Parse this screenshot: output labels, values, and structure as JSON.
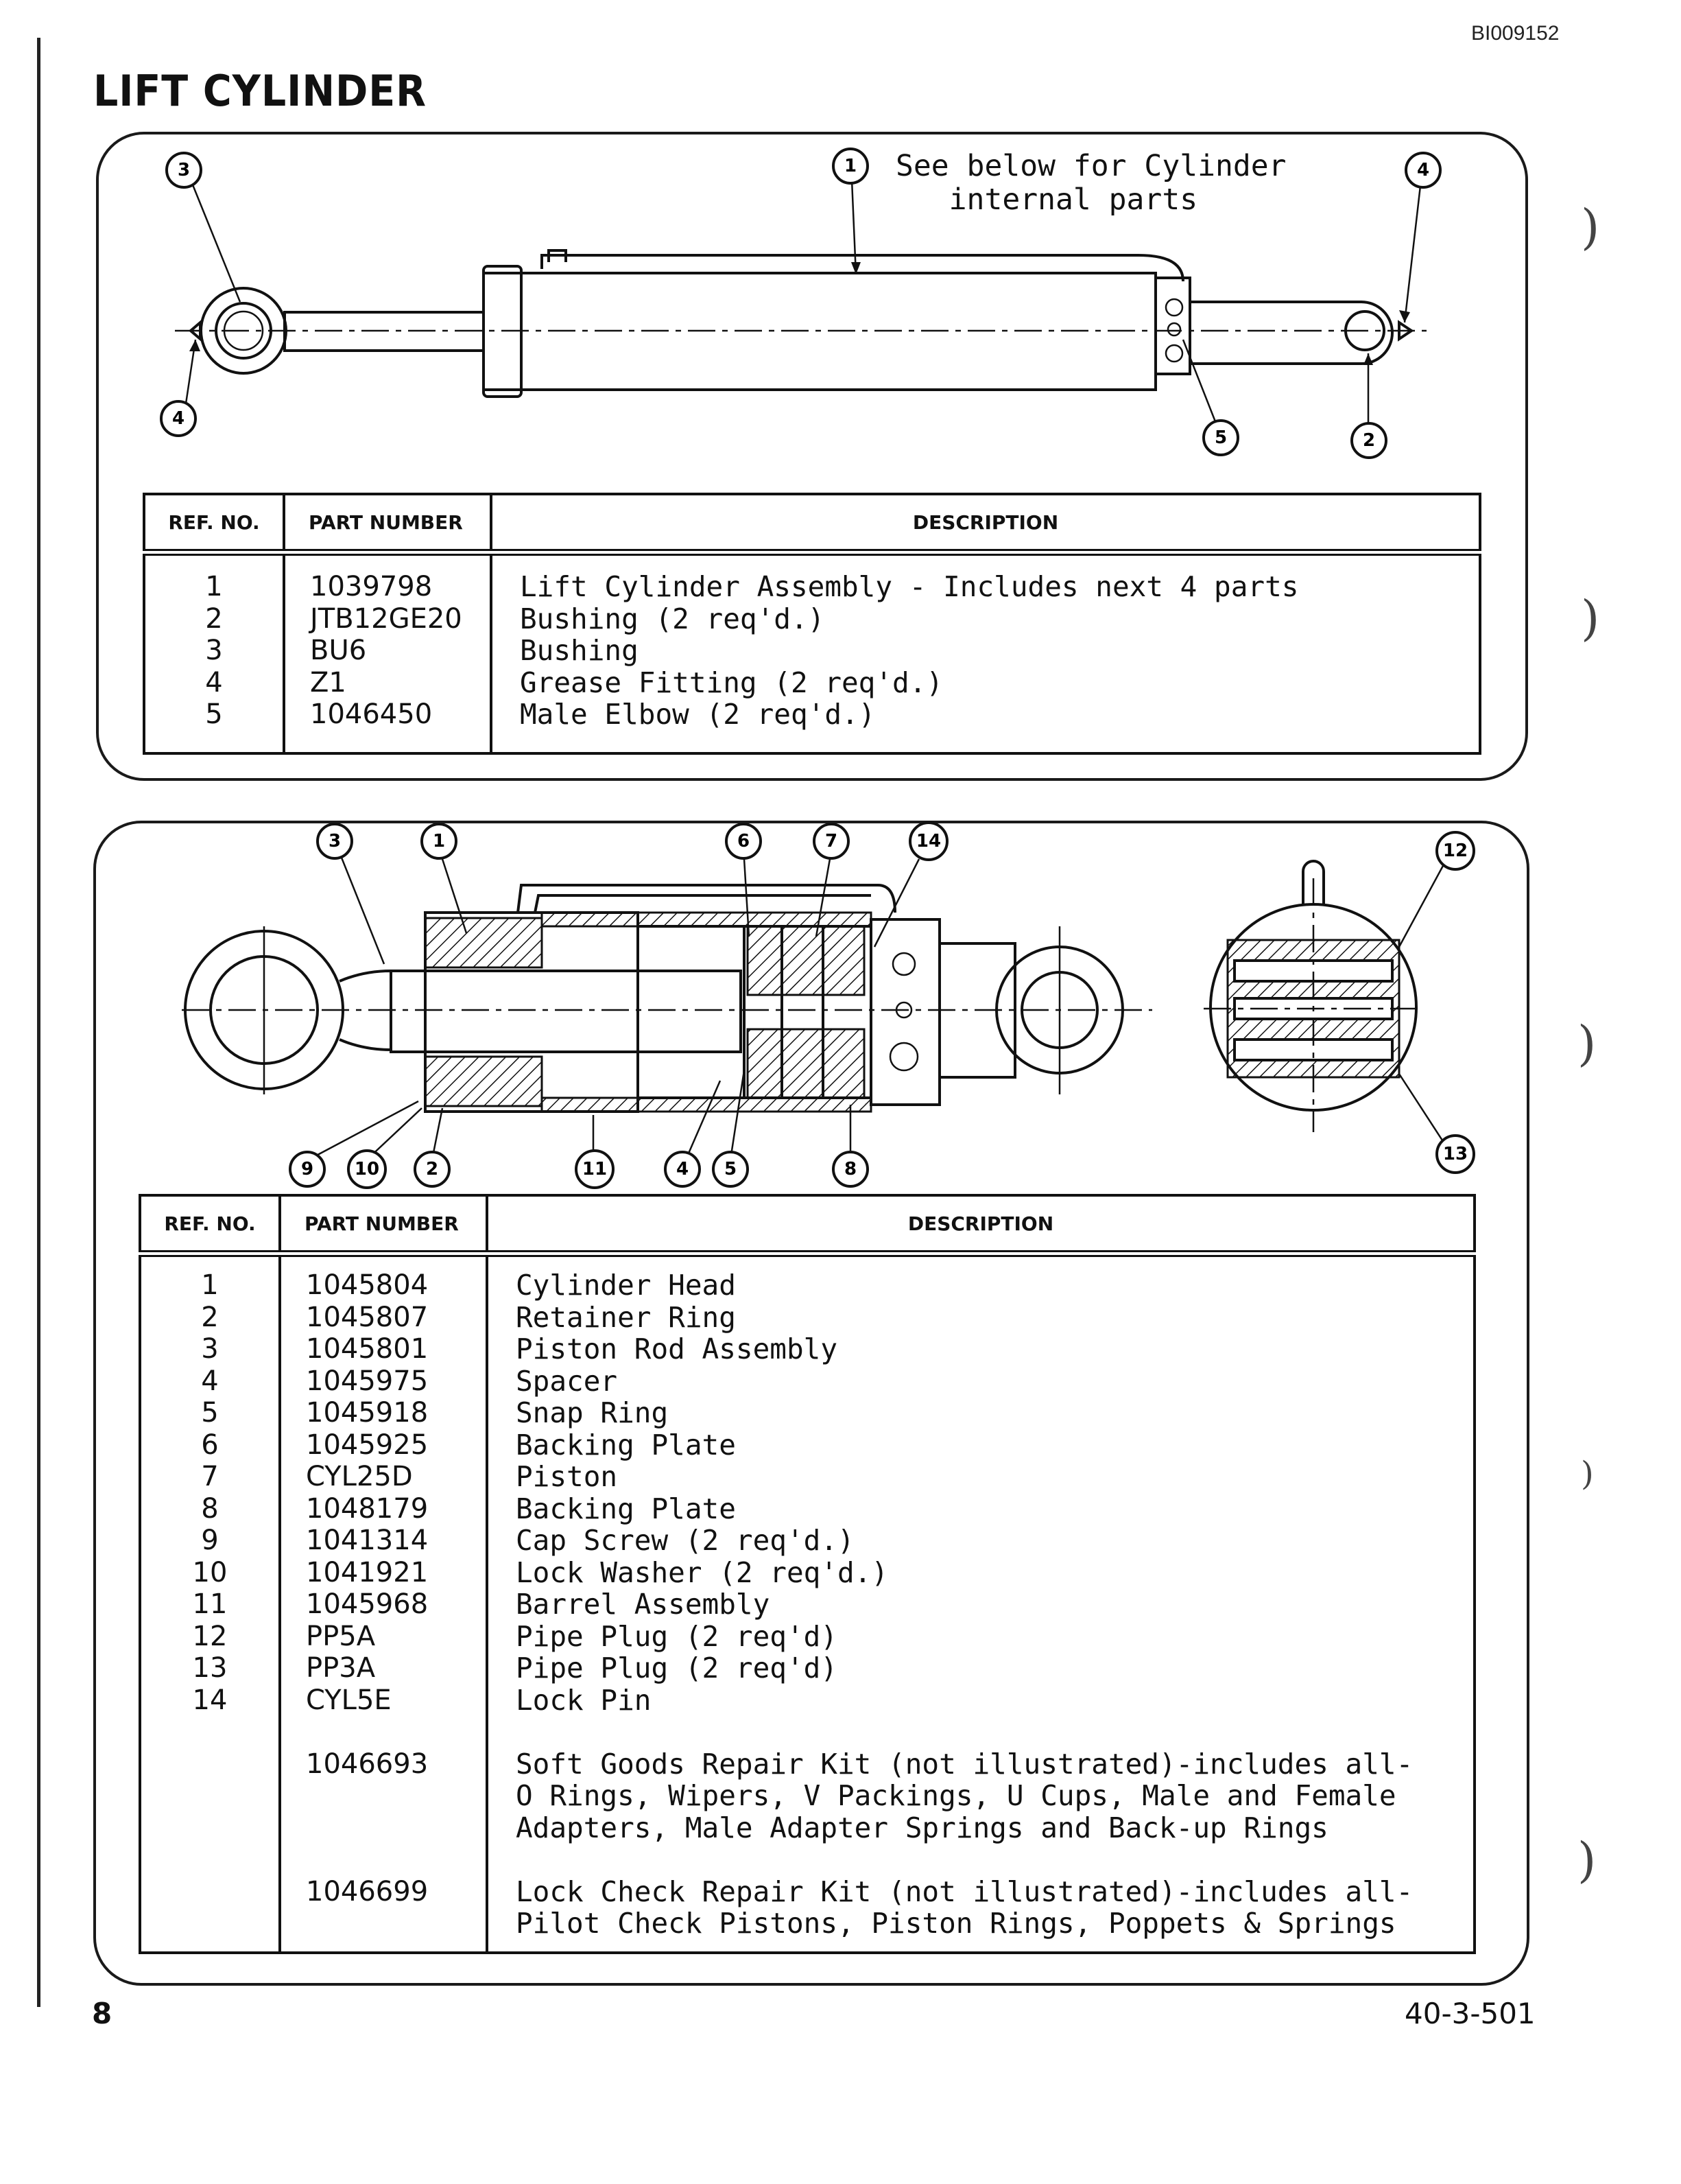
{
  "doc_id": "BI009152",
  "title": "LIFT CYLINDER",
  "page_number": "8",
  "doc_number": "40-3-501",
  "top_diagram": {
    "note": "See below for Cylinder\n   internal parts",
    "callouts": [
      "1",
      "2",
      "3",
      "4",
      "4",
      "5"
    ]
  },
  "bottom_diagram": {
    "callouts": [
      "1",
      "2",
      "3",
      "4",
      "5",
      "6",
      "7",
      "8",
      "9",
      "10",
      "11",
      "12",
      "13",
      "14"
    ]
  },
  "table_headers": {
    "ref": "REF. NO.",
    "part": "PART NUMBER",
    "desc": "DESCRIPTION"
  },
  "table1": {
    "rows": [
      {
        "ref": "1",
        "part": "1039798",
        "desc": "Lift Cylinder Assembly - Includes next 4 parts"
      },
      {
        "ref": "2",
        "part": "JTB12GE20",
        "desc": "Bushing (2 req'd.)"
      },
      {
        "ref": "3",
        "part": "BU6",
        "desc": "Bushing"
      },
      {
        "ref": "4",
        "part": "Z1",
        "desc": "Grease Fitting (2 req'd.)"
      },
      {
        "ref": "5",
        "part": "1046450",
        "desc": "Male Elbow (2 req'd.)"
      }
    ]
  },
  "table2": {
    "rows": [
      {
        "ref": "1",
        "part": "1045804",
        "desc": "Cylinder Head"
      },
      {
        "ref": "2",
        "part": "1045807",
        "desc": "Retainer Ring"
      },
      {
        "ref": "3",
        "part": "1045801",
        "desc": "Piston Rod Assembly"
      },
      {
        "ref": "4",
        "part": "1045975",
        "desc": "Spacer"
      },
      {
        "ref": "5",
        "part": "1045918",
        "desc": "Snap Ring"
      },
      {
        "ref": "6",
        "part": "1045925",
        "desc": "Backing Plate"
      },
      {
        "ref": "7",
        "part": "CYL25D",
        "desc": "Piston"
      },
      {
        "ref": "8",
        "part": "1048179",
        "desc": "Backing Plate"
      },
      {
        "ref": "9",
        "part": "1041314",
        "desc": "Cap Screw (2 req'd.)"
      },
      {
        "ref": "10",
        "part": "1041921",
        "desc": "Lock Washer (2 req'd.)"
      },
      {
        "ref": "11",
        "part": "1045968",
        "desc": "Barrel Assembly"
      },
      {
        "ref": "12",
        "part": "PP5A",
        "desc": "Pipe Plug (2 req'd)"
      },
      {
        "ref": "13",
        "part": "PP3A",
        "desc": "Pipe Plug (2 req'd)"
      },
      {
        "ref": "14",
        "part": "CYL5E",
        "desc": "Lock Pin"
      }
    ],
    "kits": [
      {
        "part": "1046693",
        "desc": "Soft Goods Repair Kit (not illustrated)-includes all-\nO Rings, Wipers, V Packings, U Cups, Male and Female\nAdapters, Male Adapter Springs and Back-up Rings"
      },
      {
        "part": "1046699",
        "desc": "Lock Check Repair Kit (not illustrated)-includes all-\nPilot Check Pistons, Piston Rings, Poppets & Springs"
      }
    ]
  }
}
